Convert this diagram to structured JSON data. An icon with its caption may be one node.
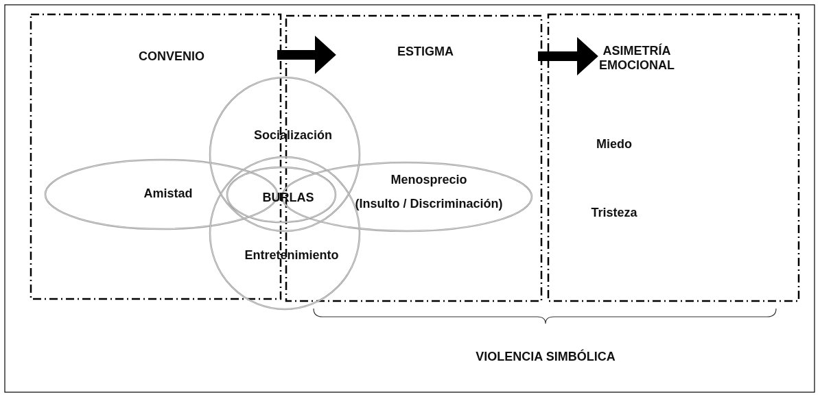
{
  "diagram": {
    "nodes": [
      {
        "text": [
          "CONVENIO"
        ]
      },
      {
        "text": [
          "ESTIGMA"
        ]
      },
      {
        "text": [
          "ASIMETRÍA EMOCIONAL",
          "Miedo",
          "Tristeza"
        ]
      },
      {
        "text": [
          "Socialización"
        ]
      },
      {
        "text": [
          "Amistad"
        ],
        "in": 0
      },
      {
        "text": [
          "BURLAS"
        ]
      },
      {
        "text": [
          "Menosprecio",
          "(Insulto / Discriminación)"
        ],
        "in": 1
      },
      {
        "text": [
          "Entretenimiento"
        ]
      }
    ],
    "edges": [
      {
        "from": 0,
        "to": 1,
        "arrow": "to"
      },
      {
        "from": 1,
        "to": 2,
        "arrow": "to"
      }
    ],
    "labels": [
      "VIOLENCIA SIMBÓLICA"
    ]
  }
}
